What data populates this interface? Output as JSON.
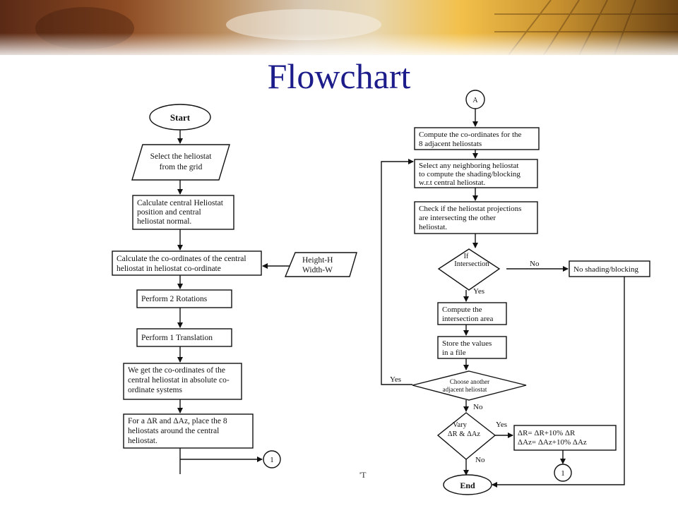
{
  "slide": {
    "title": "Flowchart",
    "footer_mark": "'T"
  },
  "left_flow": {
    "start": "Start",
    "select": [
      "Select the heliostat",
      "from the grid"
    ],
    "calc_central": [
      "Calculate central Heliostat",
      "position and central",
      "heliostat normal."
    ],
    "calc_coords": [
      "Calculate the co-ordinates of the central",
      "heliostat in heliostat co-ordinate"
    ],
    "dims": [
      "Height-H",
      "Width-W"
    ],
    "rotations": "Perform 2 Rotations",
    "translation": "Perform 1 Translation",
    "abs_coords": [
      "We get the co-ordinates of the",
      "central heliostat in absolute co-",
      "ordinate systems"
    ],
    "place": [
      "For a ΔR and ΔAz, place the 8",
      "heliostats around the central",
      "heliostat."
    ],
    "connector": "1"
  },
  "right_flow": {
    "connector_a": "A",
    "compute_adjacent": [
      "Compute the co-ordinates for the",
      "8 adjacent heliostats"
    ],
    "select_neighbor": [
      "Select any neighboring heliostat",
      "to compute the shading/blocking",
      "w.r.t central heliostat."
    ],
    "check": [
      "Check if the heliostat projections",
      "are intersecting the other",
      "heliostat."
    ],
    "decision_if": [
      "If",
      "Intersection"
    ],
    "no_label": "No",
    "yes_label": "Yes",
    "no_shading": "No shading/blocking",
    "compute_area": [
      "Compute the",
      "intersection area"
    ],
    "store": [
      "Store the values",
      "in a file"
    ],
    "choose": [
      "Choose another",
      "adjacent heliostat"
    ],
    "yes_loop": "Yes",
    "no_choose": "No",
    "vary": [
      "Vary",
      "ΔR & ΔAz"
    ],
    "yes_vary": "Yes",
    "update": [
      "ΔR= ΔR+10% ΔR",
      "ΔAz= ΔAz+10% ΔAz"
    ],
    "no_vary": "No",
    "connector": "1",
    "end": "End"
  }
}
